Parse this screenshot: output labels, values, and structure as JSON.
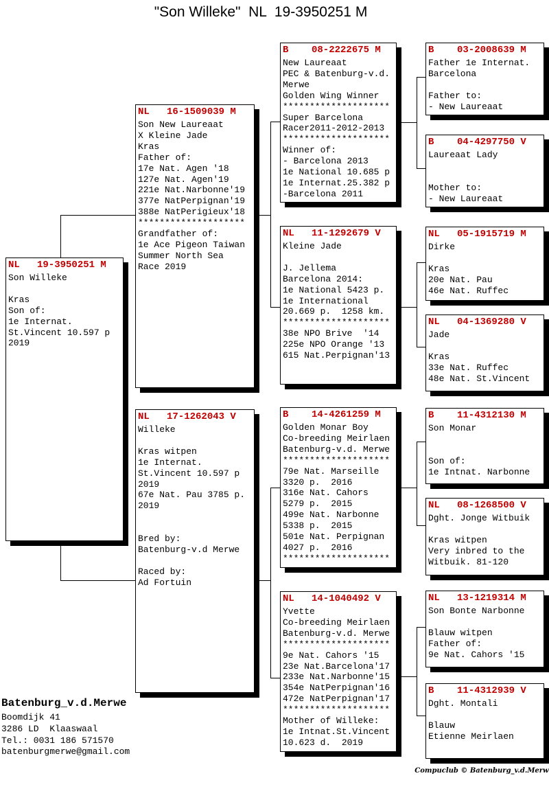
{
  "title": "\"Son Willeke\"  NL  19-3950251 M",
  "colors": {
    "accent_red": "#c00000",
    "line": "#000000",
    "background": "#ffffff"
  },
  "boxes": {
    "subject": {
      "ring": "NL   19-3950251 M",
      "body": "Son Willeke\n\nKras\nSon of:\n1e Internat.\nSt.Vincent 10.597 p\n2019"
    },
    "sire": {
      "ring": "NL   16-1509039 M",
      "body": "Son New Laureaat\nX Kleine Jade\nKras\nFather of:\n17e Nat. Agen '18\n127e Nat. Agen'19\n221e Nat.Narbonne'19\n377e NatPerpignan'19\n388e NatPerigieux'18\n********************\nGrandfather of:\n1e Ace Pigeon Taiwan\nSummer North Sea\nRace 2019"
    },
    "dam": {
      "ring": "NL   17-1262043 V",
      "body": "Willeke\n\nKras witpen\n1e Internat.\nSt.Vincent 10.597 p\n2019\n67e Nat. Pau 3785 p.\n2019\n\n\nBred by:\nBatenburg-v.d Merwe\n\nRaced by:\nAd Fortuin"
    },
    "g1_sire": {
      "ring": "B    08-2222675 M",
      "body": "New Laureaat\nPEC & Batenburg-v.d.\nMerwe\nGolden Wing Winner\n********************\nSuper Barcelona\nRacer2011-2012-2013\n********************\nWinner of:\n- Barcelona 2013\n1e National 10.685 p\n1e Internat.25.382 p\n-Barcelona 2011"
    },
    "g1_dam": {
      "ring": "NL   11-1292679 V",
      "body": "Kleine Jade\n\nJ. Jellema\nBarcelona 2014:\n1e National 5423 p.\n1e International\n20.669 p.  1258 km.\n********************\n38e NPO Brive  '14\n225e NPO Orange '13\n615 Nat.Perpignan'13"
    },
    "g2_sire": {
      "ring": "B    14-4261259 M",
      "body": "Golden Monar Boy\nCo-breeding Meirlaen\nBatenburg-v.d. Merwe\n********************\n79e Nat. Marseille\n3320 p.  2016\n316e Nat. Cahors\n5279 p.  2015\n499e Nat. Narbonne\n5338 p.  2015\n501e Nat. Perpignan\n4027 p.  2016\n********************"
    },
    "g2_dam": {
      "ring": "NL   14-1040492 V",
      "body": "Yvette\nCo-breeding Meirlaen\nBatenburg-v.d. Merwe\n********************\n9e Nat. Cahors '15\n23e Nat.Barcelona'17\n233e Nat.Narbonne'15\n354e NatPerpignan'16\n472e NatPerpignan'17\n********************\nMother of Willeke:\n1e Intnat.St.Vincent\n10.623 d.  2019"
    },
    "gg1": {
      "ring": "B    03-2008639 M",
      "body": "Father 1e Internat.\nBarcelona\n\nFather to:\n- New Laureaat"
    },
    "gg2": {
      "ring": "B    04-4297750 V",
      "body": "Laureaat Lady\n\n\nMother to:\n- New Laureaat"
    },
    "gg3": {
      "ring": "NL   05-1915719 M",
      "body": "Dirke\n\nKras\n20e Nat. Pau\n46e Nat. Ruffec"
    },
    "gg4": {
      "ring": "NL   04-1369280 V",
      "body": "Jade\n\nKras\n33e Nat. Ruffec\n48e Nat. St.Vincent"
    },
    "gg5": {
      "ring": "B    11-4312130 M",
      "body": "Son Monar\n\n\nSon of:\n1e Intnat. Narbonne"
    },
    "gg6": {
      "ring": "NL   08-1268500 V",
      "body": "Dght. Jonge Witbuik\n\nKras witpen\nVery inbred to the\nWitbuik. 81-120"
    },
    "gg7": {
      "ring": "NL   13-1219314 M",
      "body": "Son Bonte Narbonne\n\nBlauw witpen\nFather of:\n9e Nat. Cahors '15"
    },
    "gg8": {
      "ring": "B    11-4312939 V",
      "body": "Dght. Montali\n\nBlauw\nEtienne Meirlaen"
    }
  },
  "breeder": {
    "name": "Batenburg_v.d.Merwe",
    "address": "Boomdijk 41\n3286 LD  Klaaswaal\nTel.: 0031 186 571570\nbatenburgmerwe@gmail.com"
  },
  "footer": "Compuclub © Batenburg_v.d.Merwe"
}
